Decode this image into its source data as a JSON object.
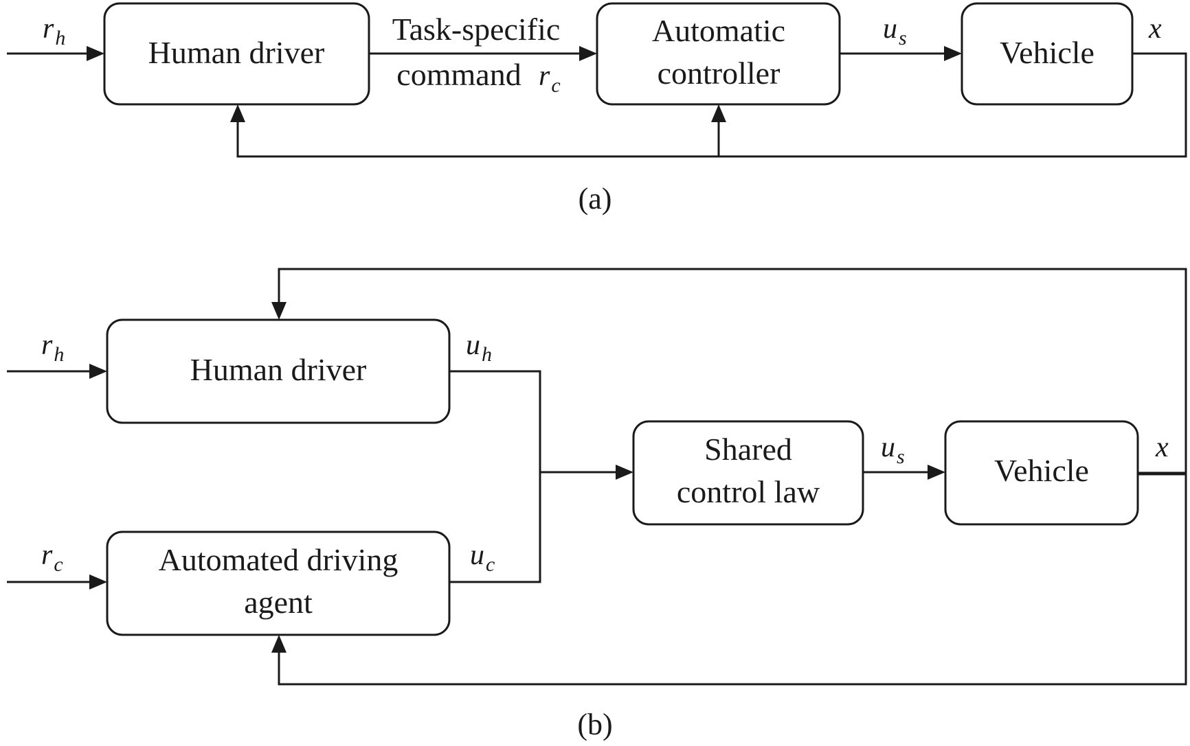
{
  "diagram_a": {
    "caption": "(a)",
    "blocks": {
      "human_driver": [
        "Human driver"
      ],
      "automatic_controller": [
        "Automatic",
        "controller"
      ],
      "vehicle": [
        "Vehicle"
      ]
    },
    "signals": {
      "input": {
        "base": "r",
        "sub": "h"
      },
      "command_text": [
        "Task-specific",
        "command"
      ],
      "command_var": {
        "base": "r",
        "sub": "c"
      },
      "control": {
        "base": "u",
        "sub": "s"
      },
      "output": {
        "base": "x",
        "sub": ""
      }
    }
  },
  "diagram_b": {
    "caption": "(b)",
    "blocks": {
      "human_driver": [
        "Human driver"
      ],
      "automated_agent": [
        "Automated driving",
        "agent"
      ],
      "shared_control_law": [
        "Shared",
        "control law"
      ],
      "vehicle": [
        "Vehicle"
      ]
    },
    "signals": {
      "human_ref": {
        "base": "r",
        "sub": "h"
      },
      "agent_ref": {
        "base": "r",
        "sub": "c"
      },
      "human_out": {
        "base": "u",
        "sub": "h"
      },
      "agent_out": {
        "base": "u",
        "sub": "c"
      },
      "control": {
        "base": "u",
        "sub": "s"
      },
      "output": {
        "base": "x",
        "sub": ""
      }
    }
  }
}
